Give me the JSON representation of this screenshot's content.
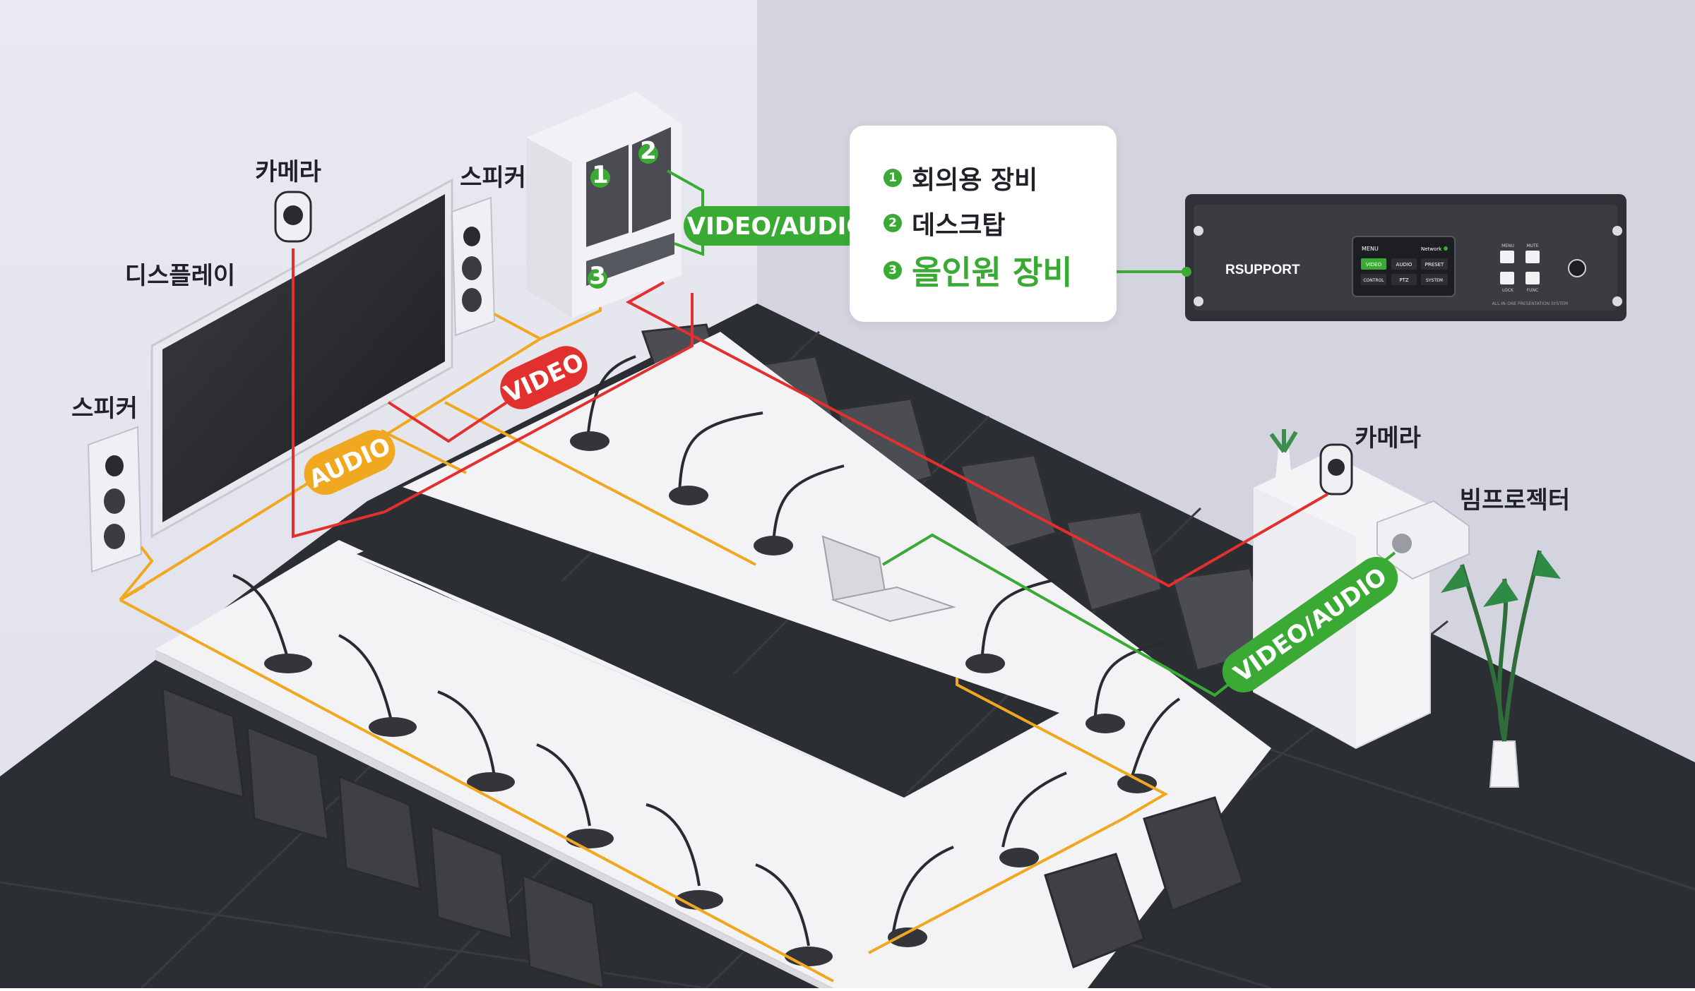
{
  "labels": {
    "camera_left": "카메라",
    "speaker_top": "스피커",
    "display": "디스플레이",
    "speaker_left": "스피커",
    "camera_right": "카메라",
    "projector": "빔프로젝터"
  },
  "signal_tags": {
    "video_audio_top": "VIDEO/AUDIO",
    "video": "VIDEO",
    "audio": "AUDIO",
    "video_audio_right": "VIDEO/AUDIO"
  },
  "cabinet_badges": [
    "1",
    "2",
    "3"
  ],
  "legend": [
    {
      "num": "1",
      "text": "회의용 장비"
    },
    {
      "num": "2",
      "text": "데스크탑"
    },
    {
      "num": "3",
      "text": "올인원 장비"
    }
  ],
  "device": {
    "brand": "RSUPPORT",
    "screen_menu": "MENU",
    "screen_network": "Network",
    "screen_buttons": [
      "VIDEO",
      "AUDIO",
      "PRESET",
      "CONTROL",
      "PTZ",
      "SYSTEM"
    ],
    "key_labels": [
      "MENU",
      "MUTE",
      "LOCK",
      "FUNC"
    ],
    "caption": "ALL-IN-ONE PRESENTATION SYSTEM"
  },
  "colors": {
    "audio_line": "#f0a820",
    "video_line": "#e2302f",
    "av_line": "#3aaa35"
  }
}
